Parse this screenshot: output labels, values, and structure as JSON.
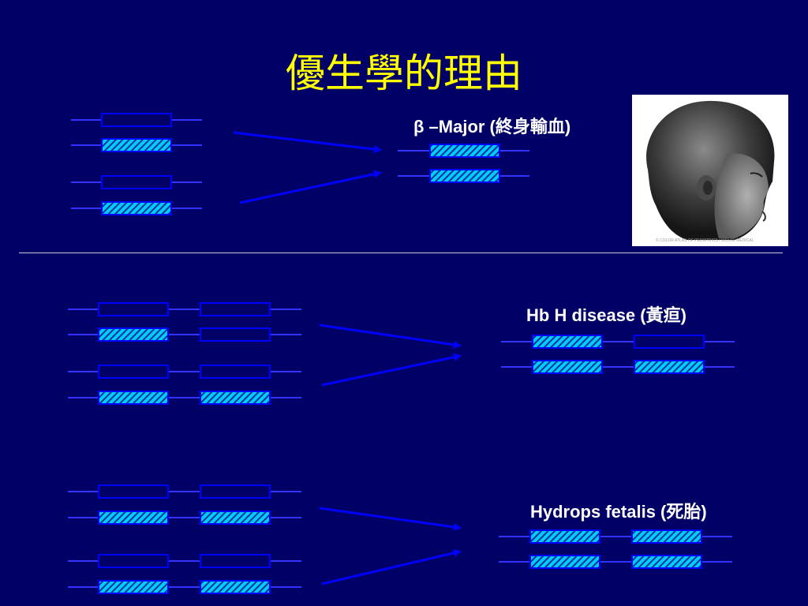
{
  "slide": {
    "title": "優生學的理由",
    "background_color": "#000066",
    "title_color": "#ffff00",
    "line_color": "#3333ff",
    "box_outline_color": "#0000ff",
    "hatch_colors": [
      "#00ccff",
      "#003399"
    ],
    "divider_color": "#c8c8d8"
  },
  "sections": [
    {
      "id": "beta-major",
      "result_label": "β –Major (終身輸血)",
      "parent_pairs": [
        [
          "normal",
          "affected"
        ],
        [
          "normal",
          "affected"
        ]
      ],
      "offspring": [
        "affected",
        "affected"
      ]
    },
    {
      "id": "hb-h",
      "result_label": "Hb H disease (黃疸)",
      "parent_pairs": [
        [
          [
            "normal",
            "normal"
          ],
          [
            "affected",
            "normal"
          ]
        ],
        [
          [
            "normal",
            "normal"
          ],
          [
            "affected",
            "affected"
          ]
        ]
      ],
      "offspring": [
        [
          "affected",
          "normal"
        ],
        [
          "affected",
          "affected"
        ]
      ]
    },
    {
      "id": "hydrops",
      "result_label": "Hydrops fetalis (死胎)",
      "parent_pairs": [
        [
          [
            "normal",
            "normal"
          ],
          [
            "affected",
            "affected"
          ]
        ],
        [
          [
            "normal",
            "normal"
          ],
          [
            "affected",
            "affected"
          ]
        ]
      ],
      "offspring": [
        [
          "affected",
          "affected"
        ],
        [
          "affected",
          "affected"
        ]
      ]
    }
  ],
  "photo": {
    "caption": "© COLOR ATLAS OF PEDIATRICS / WOLFE MEDICAL"
  }
}
